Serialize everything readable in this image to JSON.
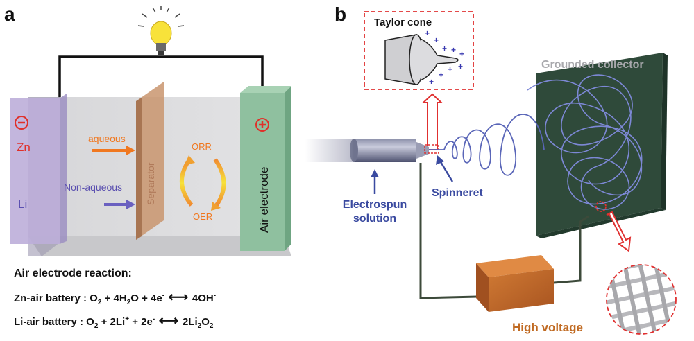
{
  "panel_a": {
    "label": "a",
    "minus_symbol": "−",
    "plus_symbol": "+",
    "zn": "Zn",
    "li": "Li",
    "aqueous": "aqueous",
    "non_aqueous": "Non-aqueous",
    "separator": "Separator",
    "orr": "ORR",
    "oer": "OER",
    "air_electrode": "Air electrode",
    "reaction_title": "Air electrode reaction:",
    "zn_eq": {
      "name": "Zn-air battery : O",
      "o2_sub": "2",
      "part2": " + 4H",
      "h2o_sub": "2",
      "part3": "O + 4e",
      "e_sup": "-",
      "arrow": " ⟷ ",
      "product": "4OH",
      "oh_sup": "-"
    },
    "li_eq": {
      "name": "Li-air battery : O",
      "o2_sub": "2",
      "part2": " +  2Li",
      "li_sup": "+",
      "part3": " + 2e",
      "e_sup": "-",
      "arrow": " ⟷ ",
      "product": "2Li",
      "li2_sub": "2",
      "product_o": "O",
      "o2b_sub": "2"
    }
  },
  "panel_b": {
    "label": "b",
    "taylor_cone": "Taylor cone",
    "grounded_collector": "Grounded collector",
    "electrospun_line1": "Electrospun",
    "electrospun_line2": "solution",
    "spinneret": "Spinneret",
    "high_voltage": "High voltage",
    "charge_symbol": "+"
  },
  "colors": {
    "negative_red": "#e0302a",
    "anode_purple": "#b9a9d6",
    "separator_tan": "#c9956e",
    "air_green": "#8fc09f",
    "aqueous_orange": "#f07820",
    "non_aqueous_blue": "#5a4fb0",
    "collector_green": "#2f4a3a",
    "fiber_blue": "#6b78c8",
    "label_blue": "#3a4aa0",
    "voltage_orange": "#c06a22",
    "dashed_red": "#e03030"
  }
}
